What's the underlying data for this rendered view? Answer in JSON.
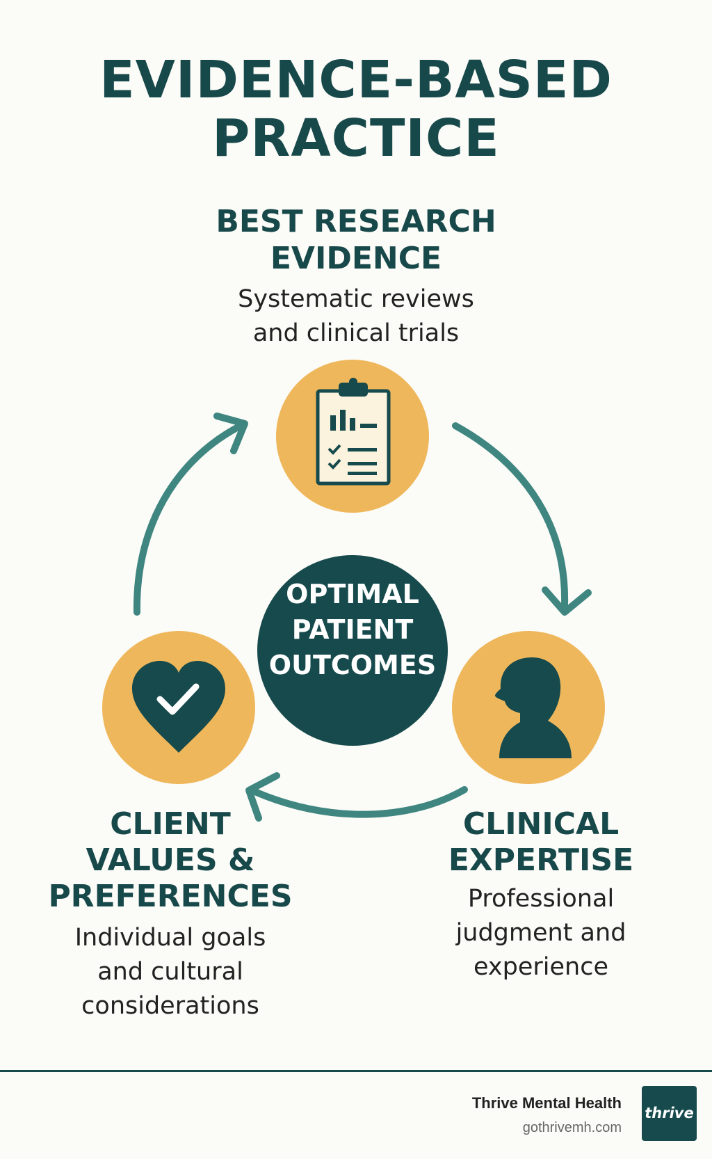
{
  "title": {
    "line1": "EVIDENCE-BASED",
    "line2": "PRACTICE"
  },
  "research": {
    "heading_line1": "BEST RESEARCH",
    "heading_line2": "EVIDENCE",
    "desc_line1": "Systematic reviews",
    "desc_line2": "and clinical trials",
    "icon": "clipboard-chart-icon"
  },
  "expertise": {
    "heading_line1": "CLINICAL",
    "heading_line2": "EXPERTISE",
    "desc_line1": "Professional",
    "desc_line2": "judgment and",
    "desc_line3": "experience",
    "icon": "person-head-icon"
  },
  "client": {
    "heading_line1": "CLIENT",
    "heading_line2": "VALUES &",
    "heading_line3": "PREFERENCES",
    "desc_line1": "Individual goals",
    "desc_line2": "and cultural",
    "desc_line3": "considerations",
    "icon": "heart-check-icon"
  },
  "center": {
    "line1": "OPTIMAL",
    "line2": "PATIENT",
    "line3": "OUTCOMES"
  },
  "footer": {
    "brand": "Thrive Mental Health",
    "url": "gothrivemh.com",
    "logo_text": "thrive"
  },
  "colors": {
    "teal": "#164a4c",
    "gold": "#efb75b",
    "arrow": "#3f8580",
    "background": "#fbfbf7"
  }
}
